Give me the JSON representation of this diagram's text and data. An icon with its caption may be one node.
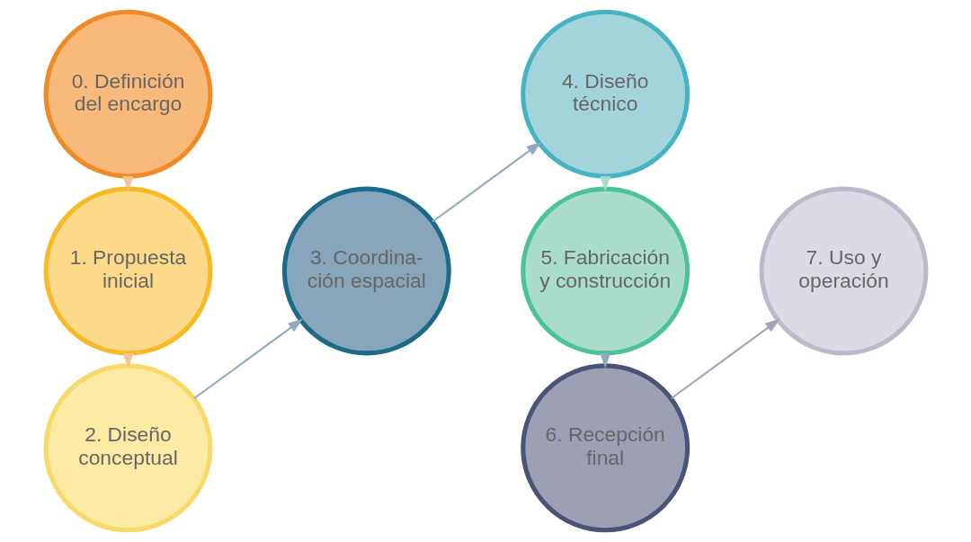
{
  "diagram": {
    "nodes": [
      {
        "text": [
          "0. Definición del encargo"
        ]
      },
      {
        "text": [
          "1. Propuesta inicial"
        ]
      },
      {
        "text": [
          "2. Diseño conceptual"
        ]
      },
      {
        "text": [
          "3. Coordina- ción espacial"
        ]
      },
      {
        "text": [
          "4. Diseño técnico"
        ]
      },
      {
        "text": [
          "5. Fabricación y construcción"
        ]
      },
      {
        "text": [
          "6. Recepción final"
        ]
      },
      {
        "text": [
          "7. Uso y operación"
        ]
      }
    ],
    "edges": [
      {
        "from": 0,
        "to": 1,
        "arrow": "to",
        "color": "#f8c196"
      },
      {
        "from": 1,
        "to": 2,
        "arrow": "to",
        "color": "#f8c196"
      },
      {
        "from": 2,
        "to": 3,
        "arrow": "to",
        "color": "#8fa9bd"
      },
      {
        "from": 3,
        "to": 4,
        "arrow": "to",
        "color": "#8fa9bd"
      },
      {
        "from": 4,
        "to": 5,
        "arrow": "to",
        "color": "#aadcc8"
      },
      {
        "from": 5,
        "to": 6,
        "arrow": "to",
        "color": "#8fa9bd"
      },
      {
        "from": 6,
        "to": 7,
        "arrow": "to",
        "color": "#a3a3b5"
      }
    ]
  }
}
